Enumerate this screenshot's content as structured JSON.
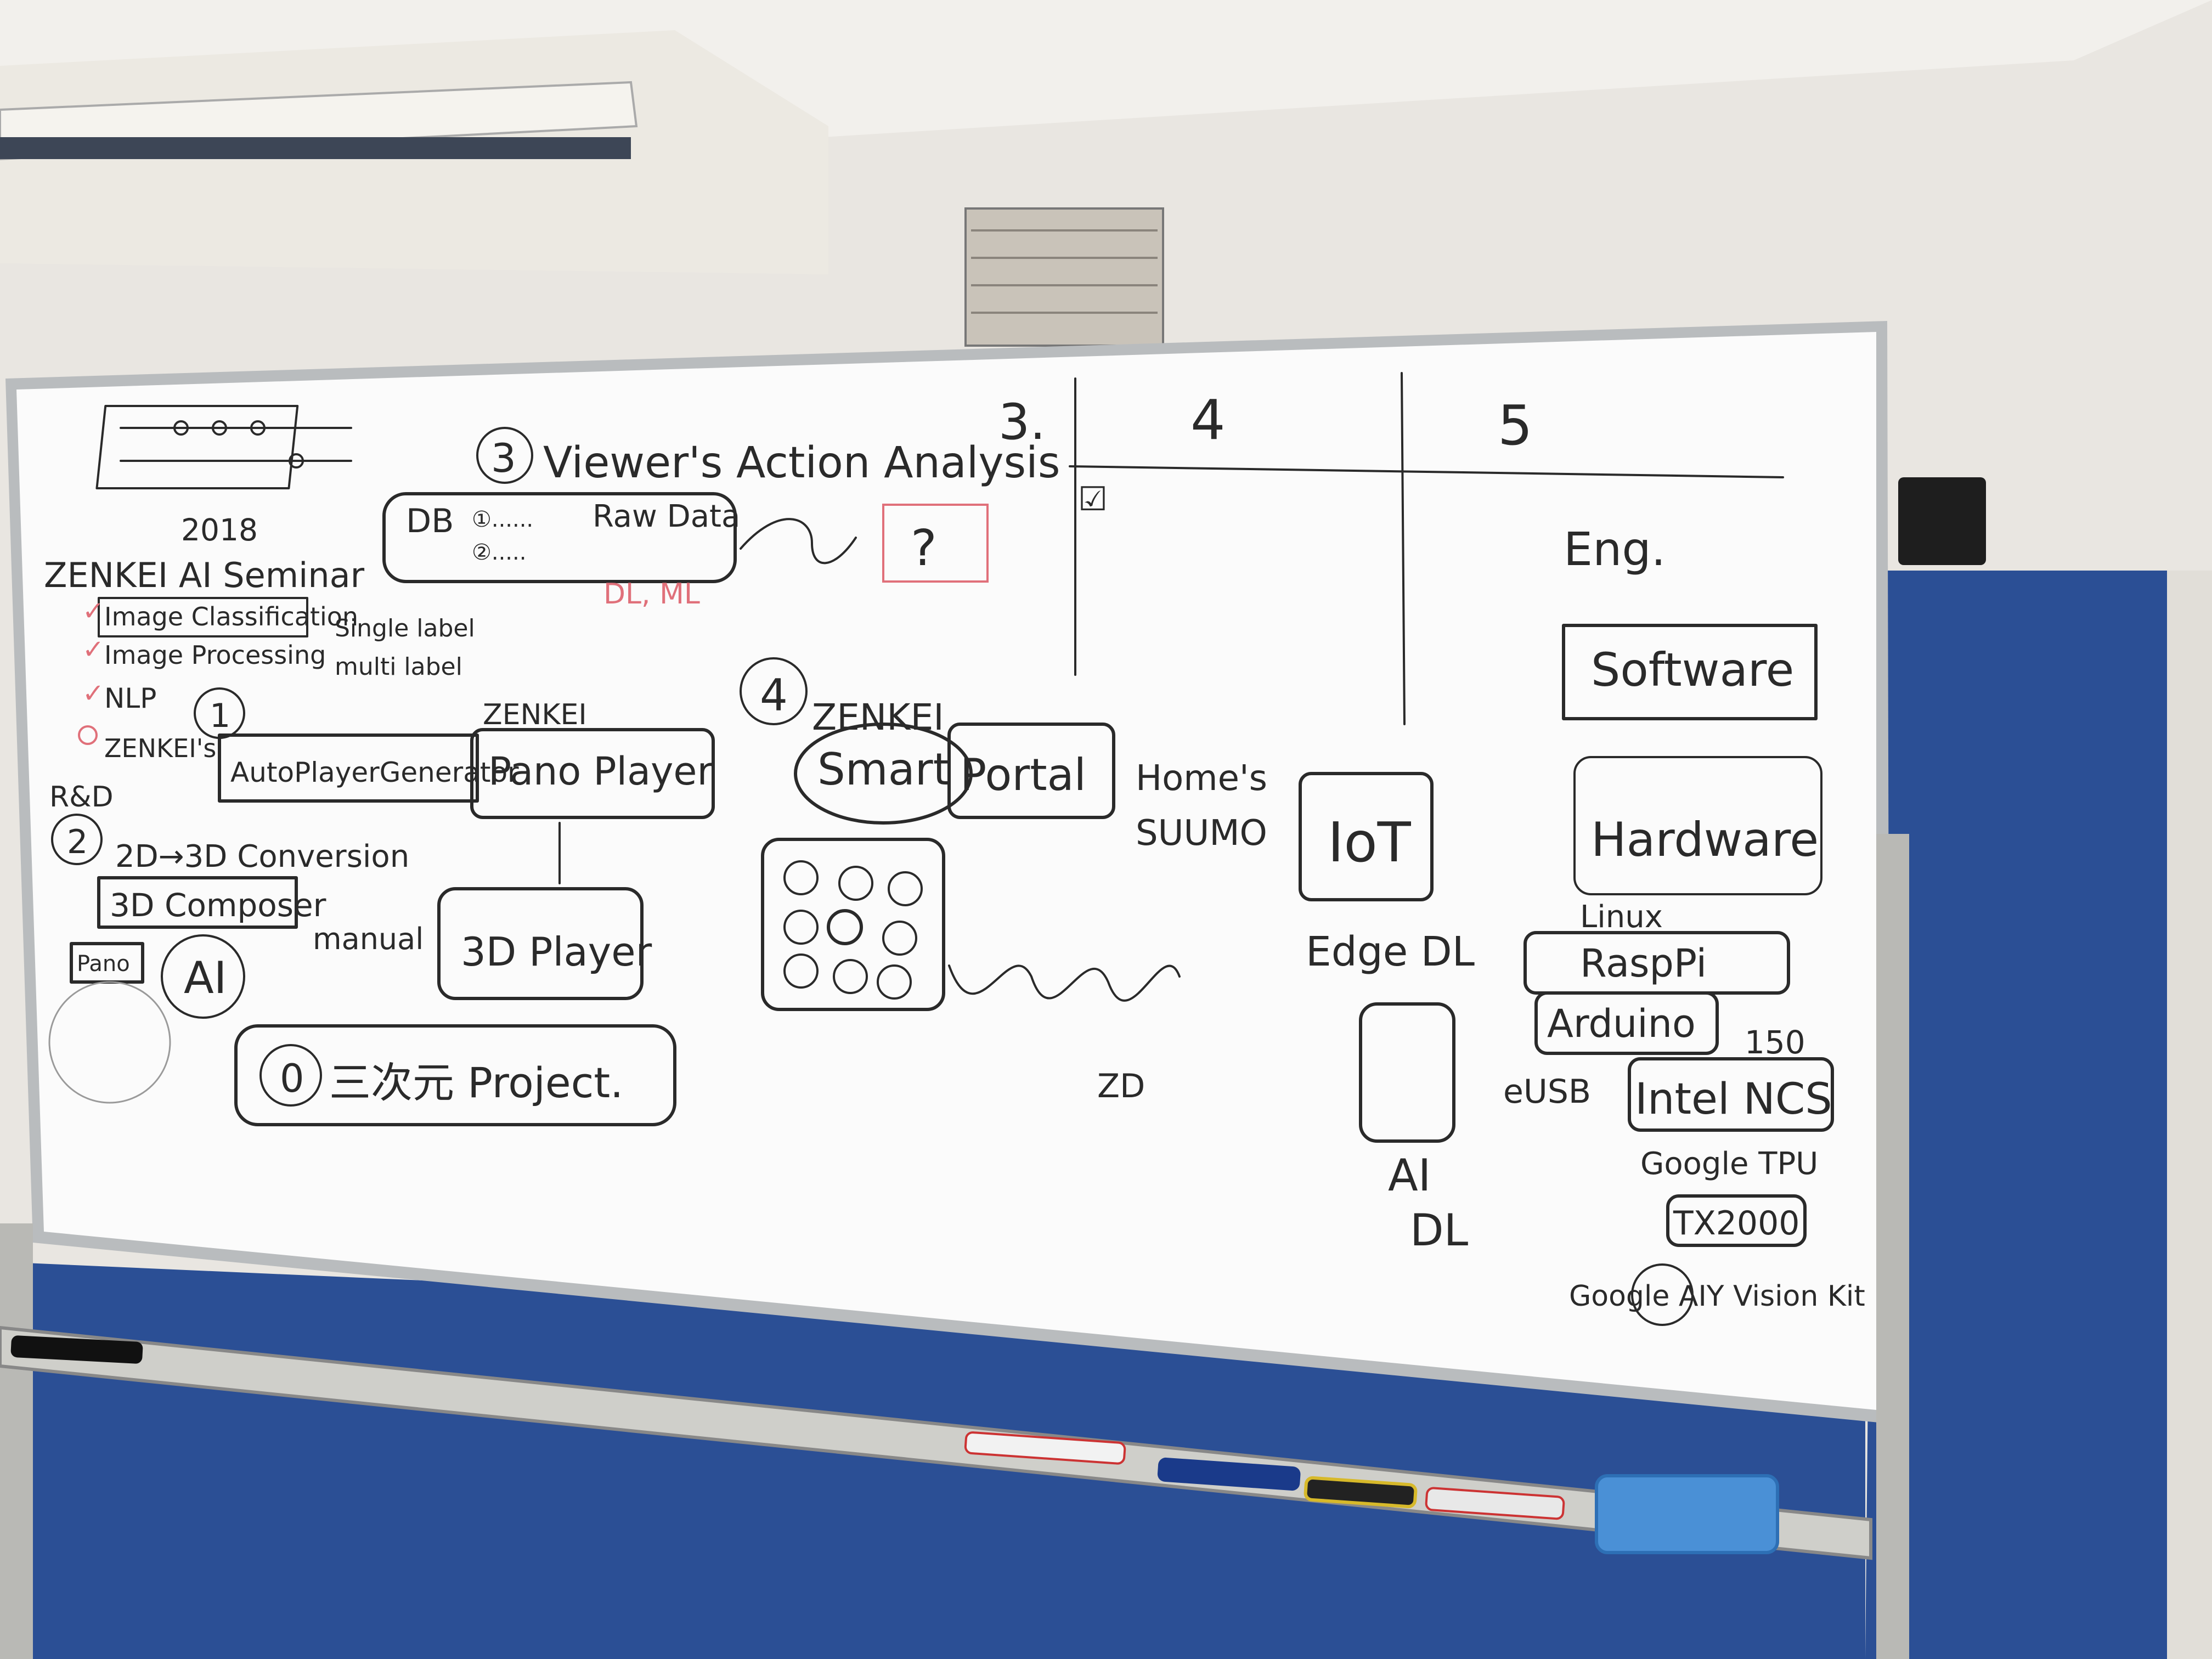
{
  "colors": {
    "wall": "#ebe8e3",
    "whiteboard": "#fbfbfb",
    "frame": "#b9bcbe",
    "partition": "#2b4f95",
    "ink": "#2a2a2a",
    "red_ink": "#e0707a",
    "eraser": "#4a90d6"
  },
  "board": {
    "top_left": {
      "year": "2018",
      "seminar": "ZENKEI AI Seminar",
      "items": [
        "Image Classification",
        "Image Processing",
        "NLP",
        "ZENKEI's"
      ],
      "labels_note": [
        "Single label",
        "multi label"
      ],
      "num1": "1",
      "auto_player": "AutoPlayerGenerator",
      "zenkei_label": "ZENKEI",
      "pano_player": "Pano Player",
      "rd": "R&D",
      "num2": "2",
      "conversion": "2D→3D Conversion",
      "composer": "3D Composer",
      "manual": "manual",
      "player3d": "3D Player",
      "pano": "Pano",
      "ai_circle": "AI",
      "num0": "0",
      "project": "三次元 Project."
    },
    "top_middle": {
      "num3": "3",
      "viewers": "Viewer's Action Analysis",
      "db": "DB",
      "rawdata": "Raw Data",
      "item1": "①......",
      "item2": "②.....",
      "dlml": "DL, ML",
      "question": "?"
    },
    "middle": {
      "num4": "4",
      "zenkei": "ZENKEI",
      "smart": "Smart",
      "portal": "Portal",
      "homes": "Home's",
      "suumo": "SUUMO",
      "note": "ZD"
    },
    "table": {
      "col3": "3.",
      "col4": "4",
      "col5": "5",
      "check": "☑"
    },
    "right": {
      "eng": "Eng.",
      "software": "Software",
      "hardware": "Hardware",
      "iot": "IoT",
      "edge": "Edge DL",
      "ai": "AI",
      "dl": "DL",
      "linux": "Linux",
      "raspi": "RaspPi",
      "arduino": "Arduino",
      "price": "150",
      "usb": "eUSB",
      "intel": "Intel NCS",
      "google_tpu": "Google TPU",
      "tx": "TX2000",
      "aiy": "Google AIY Vision Kit"
    }
  }
}
